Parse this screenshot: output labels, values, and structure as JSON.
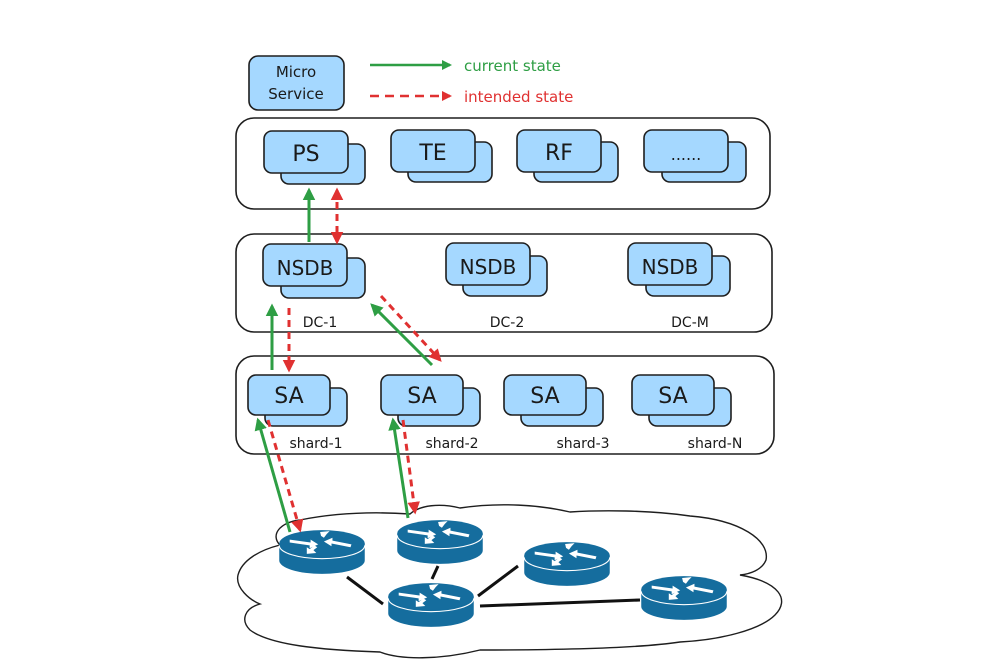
{
  "legend": {
    "node_label": "Micro\nService",
    "node_label_lines": [
      "Micro",
      "Service"
    ],
    "current_state": "current state",
    "intended_state": "intended state",
    "current_color": "#2e9e44",
    "intended_color": "#e03131"
  },
  "colors": {
    "node_fill": "#a5d8ff",
    "node_stroke": "#1e1e1e",
    "router_fill": "#156d9e",
    "link": "#111111"
  },
  "layers": {
    "services": {
      "items": [
        "PS",
        "TE",
        "RF",
        "......"
      ]
    },
    "datacenters": {
      "items": [
        {
          "node": "NSDB",
          "label": "DC-1"
        },
        {
          "node": "NSDB",
          "label": "DC-2"
        },
        {
          "node": "NSDB",
          "label": "DC-M"
        }
      ]
    },
    "shards": {
      "items": [
        {
          "node": "SA",
          "label": "shard-1"
        },
        {
          "node": "SA",
          "label": "shard-2"
        },
        {
          "node": "SA",
          "label": "shard-3"
        },
        {
          "node": "SA",
          "label": "shard-N"
        }
      ]
    }
  },
  "network": {
    "routers": [
      "router-1",
      "router-2",
      "router-3",
      "router-4",
      "router-5"
    ],
    "links": [
      [
        "router-1",
        "router-3"
      ],
      [
        "router-2",
        "router-3"
      ],
      [
        "router-3",
        "router-4"
      ],
      [
        "router-3",
        "router-5"
      ]
    ]
  }
}
